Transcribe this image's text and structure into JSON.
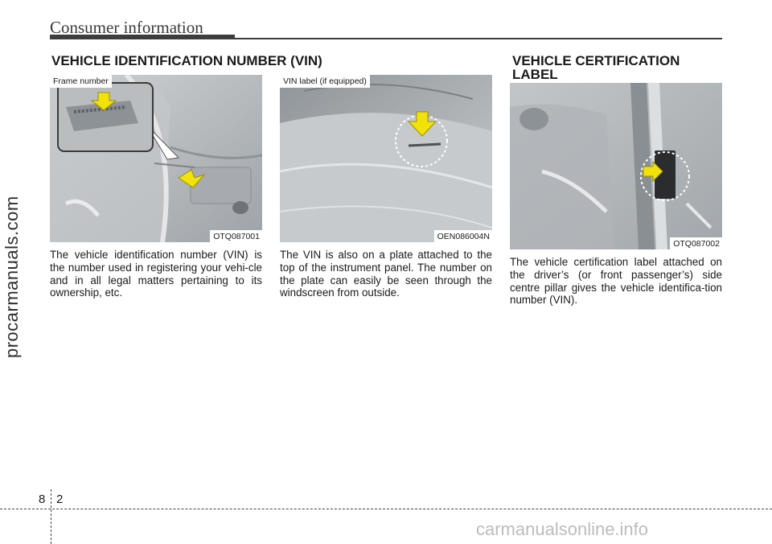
{
  "header": {
    "title": "Consumer information"
  },
  "sections": {
    "vin": {
      "title": "VEHICLE IDENTIFICATION NUMBER (VIN)"
    },
    "cert": {
      "title_line1": "VEHICLE CERTIFICATION",
      "title_line2": "LABEL"
    }
  },
  "figures": {
    "fig1": {
      "label": "Frame number",
      "code": "OTQ087001"
    },
    "fig2": {
      "label": "VIN label (if equipped)",
      "code": "OEN086004N"
    },
    "fig3": {
      "code": "OTQ087002"
    }
  },
  "paragraphs": {
    "p1": "The vehicle identification number (VIN) is the number used in registering your vehi-cle and in all legal matters pertaining to its ownership, etc.",
    "p2": "The VIN is also on a plate attached to the top of the instrument panel. The number on the plate can easily be seen through the windscreen from outside.",
    "p3": "The vehicle certification label attached on the driver’s (or front passenger’s) side centre pillar gives the vehicle identifica-tion number (VIN)."
  },
  "footer": {
    "chapter": "8",
    "page": "2"
  },
  "watermarks": {
    "side": "procarmanuals.com",
    "bottom": "carmanualsonline.info"
  },
  "colors": {
    "arrow": "#f2e20a",
    "arrow_outline": "#9a9000",
    "rule": "#3d3d3d"
  }
}
